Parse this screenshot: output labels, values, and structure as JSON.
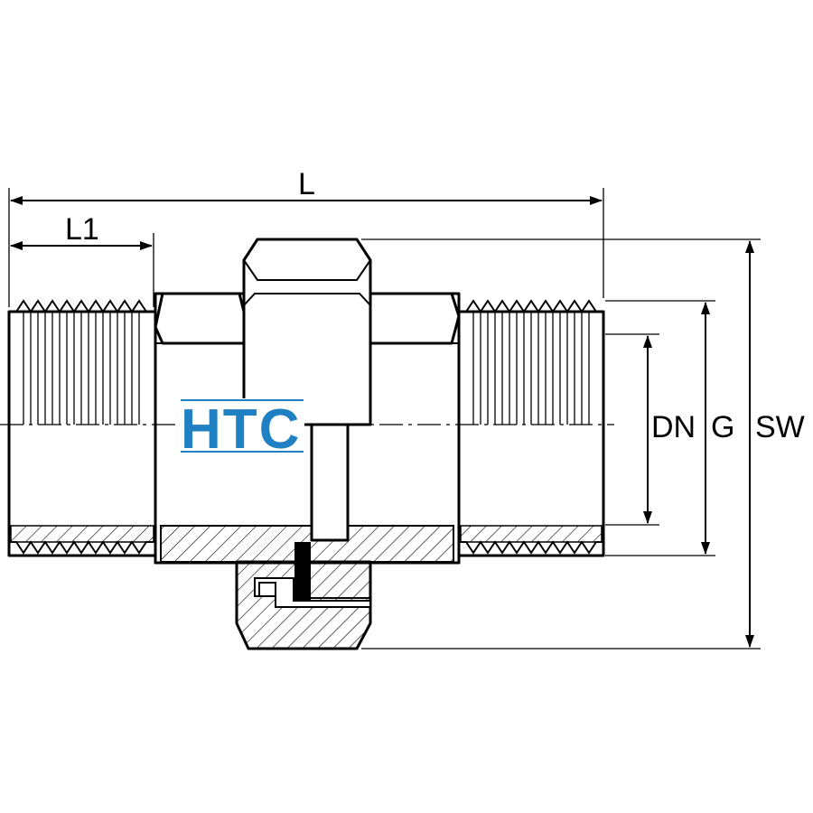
{
  "labels": {
    "overall_length": "L",
    "thread_length": "L1",
    "nominal_diameter": "DN",
    "thread_size": "G",
    "wrench_size": "SW"
  },
  "logo": {
    "text": "HTC",
    "color": "#1f80c3"
  },
  "colors": {
    "line": "#000000",
    "background": "#ffffff"
  }
}
